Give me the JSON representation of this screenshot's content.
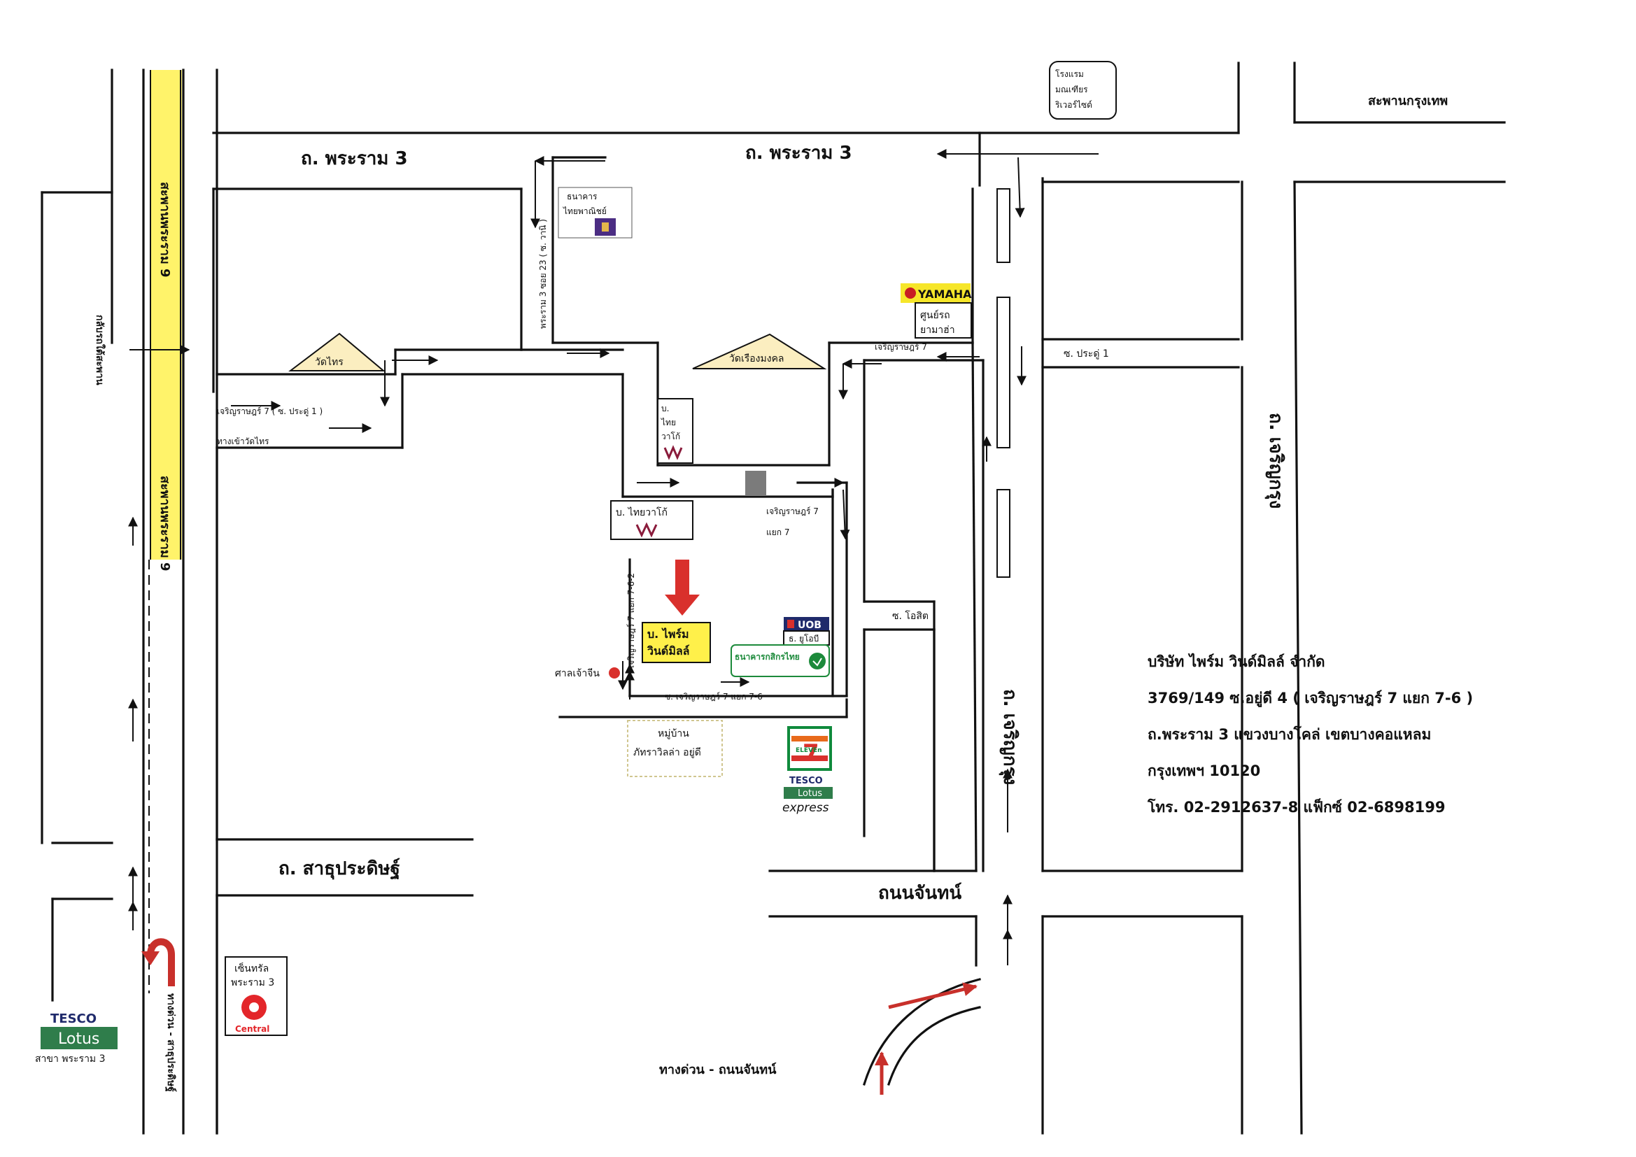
{
  "roads": {
    "rama3_left": "ถ. พระราม 3",
    "rama3_right": "ถ. พระราม 3",
    "sathupradit": "ถ. สาธุประดิษฐ์",
    "chan_road": "ถนนจันทน์",
    "charoenkrung_right": "ถ. เจริญกรุง",
    "charoenkrung_mid": "ถ. เจริญกรุง",
    "rama9_bridge_top": "สะพานพระราม 9",
    "rama9_bridge_mid": "สะพานพระราม 9",
    "krungthep_bridge": "สะพานกรุงเทพ",
    "underpass": "กลับรถใต้สะพาน",
    "expressway_sathu": "ทางด่วน - สาธุประดิษฐ์",
    "expressway_chan": "ทางด่วน - ถนนจันทน์",
    "rama3_soi23": "พระราม 3 ซอย 23 ( ซ. วานิ )",
    "charoenrat7_pradu1": "เจริญราษฎร์ 7 ( ซ. ประดู่ 1 )",
    "wat_entrance": "ทางเข้าวัดไทร",
    "charoenrat7_top": "เจริญราษฎร์ 7",
    "soi_pradu1": "ซ. ประดู่ 1",
    "charoenrat7_yaek7_a": "เจริญราษฎร์ 7",
    "charoenrat7_yaek7_b": "แยก 7",
    "charoenrat7_762": "เจริญราษฎร์ 7 แยก 7-6-2",
    "charoenrat7_76": "ซ. เจริญราษฎร์ 7 แยก 7-6",
    "soi_osit": "ซ. โอสิต"
  },
  "places": {
    "hotel_l1": "โรงแรม",
    "hotel_l2": "มณเฑียร",
    "hotel_l3": "ริเวอร์ไซด์",
    "scb_l1": "ธนาคาร",
    "scb_l2": "ไทยพาณิชย์",
    "yamaha_logo": "YAMAHA",
    "yamaha_l1": "ศูนย์รถ",
    "yamaha_l2": "ยามาฮ่า",
    "wat_sai": "วัดไทร",
    "wat_rueang": "วัดเรืองมงคล",
    "thaiwacoal_v_l1": "บ.",
    "thaiwacoal_v_l2": "ไทย",
    "thaiwacoal_v_l3": "วาโก้",
    "thaiwacoal_h": "บ. ไทยวาโก้",
    "primewin_l1": "บ. ไพร์ม",
    "primewin_l2": "วินด์มิลล์",
    "uob_logo": "UOB",
    "uob_label": "ธ. ยูโอบี",
    "kbank": "ธนาคารกสิกรไทย",
    "shrine": "ศาลเจ้าจีน",
    "village_l1": "หมู่บ้าน",
    "village_l2": "ภัทราวิลล่า อยู่ดี",
    "seven_number": "7",
    "seven_text": "ELEVEn",
    "tesco_express_top": "TESCO",
    "tesco_express_mid": "Lotus",
    "tesco_express_bot": "express",
    "central_l1": "เซ็นทรัล",
    "central_l2": "พระราม 3",
    "central_logo": "Central",
    "tesco_lotus_top": "TESCO",
    "tesco_lotus_mid": "Lotus",
    "tesco_lotus_branch": "สาขา พระราม 3"
  },
  "address": {
    "company": "บริษัท  ไพร์ม วินด์มิลล์  จำกัด",
    "line1": "3769/149  ซ.อยู่ดี 4 ( เจริญราษฎร์ 7 แยก 7-6 )",
    "line2": "ถ.พระราม 3  แขวงบางโคล่  เขตบางคอแหลม",
    "line3": "กรุงเทพฯ  10120",
    "line4": "โทร. 02-2912637-8   แฟ็กซ์  02-6898199"
  },
  "colors": {
    "bridge_highlight": "#fff36a",
    "wat_fill": "#fbeec0",
    "destination_arrow": "#d9302c",
    "destination_fill": "#fff04a",
    "yamaha_fill": "#f6e62a",
    "scb_purple": "#4b2d83",
    "uob_navy": "#1f2a6b",
    "kbank_green": "#1c8a3b",
    "seven_green": "#0f8a3c",
    "central_red": "#e3262a"
  }
}
